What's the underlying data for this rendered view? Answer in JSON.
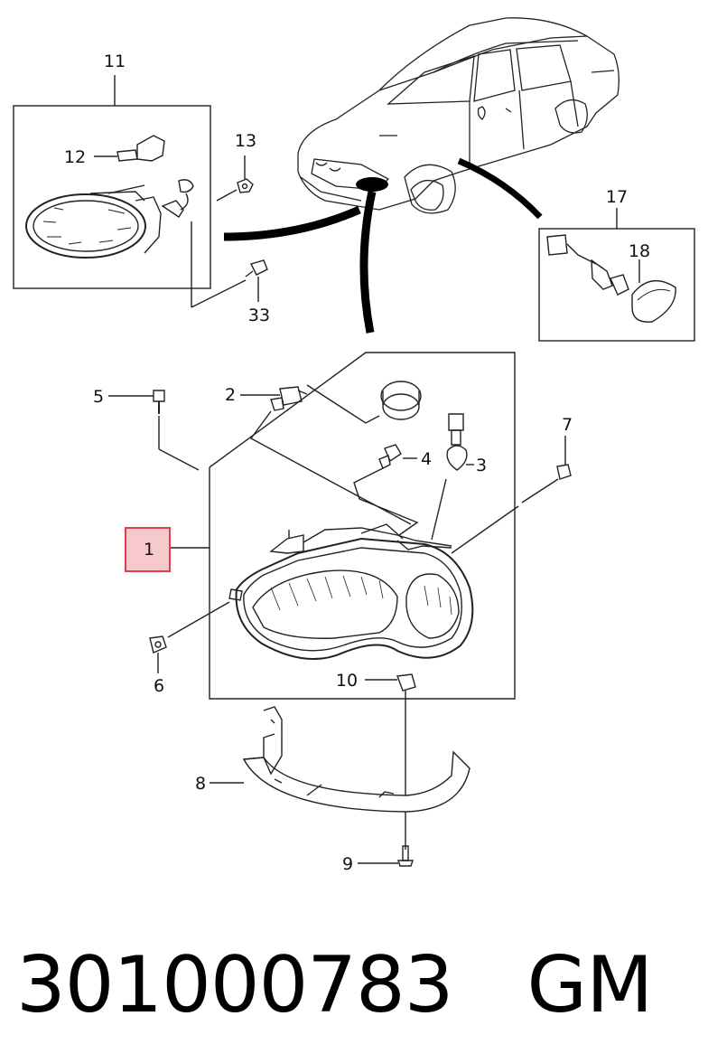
{
  "diagram": {
    "callouts": {
      "c11": "11",
      "c12": "12",
      "c13": "13",
      "c33": "33",
      "c17": "17",
      "c18": "18",
      "c2": "2",
      "c5": "5",
      "c4": "4",
      "c3": "3",
      "c7": "7",
      "c1": "1",
      "c6": "6",
      "c10": "10",
      "c8": "8",
      "c9": "9"
    },
    "highlighted_callout": "1",
    "highlight_color": "#e0404a",
    "highlight_fill": "#f7c9cc"
  },
  "footer": {
    "part_number": "301000783",
    "brand": "GM"
  }
}
